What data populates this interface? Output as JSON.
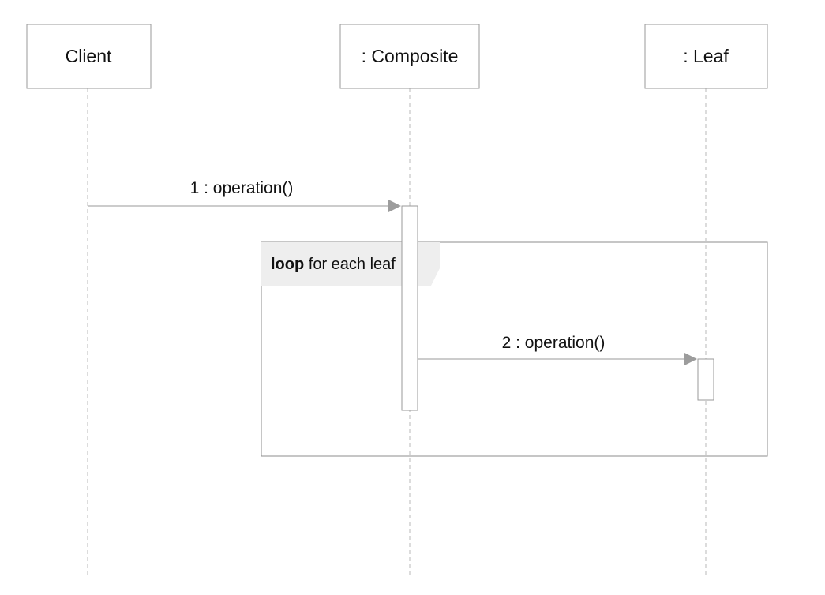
{
  "diagram": {
    "participants": [
      {
        "id": "client",
        "label": "Client"
      },
      {
        "id": "composite",
        "label": ": Composite"
      },
      {
        "id": "leaf",
        "label": ": Leaf"
      }
    ],
    "messages": [
      {
        "number": "1",
        "label": "1 : operation()",
        "from": "client",
        "to": "composite"
      },
      {
        "number": "2",
        "label": "2 : operation()",
        "from": "composite",
        "to": "leaf"
      }
    ],
    "fragment": {
      "operator": "loop",
      "guard": "for each leaf"
    },
    "colors": {
      "line": "#9a9a9a",
      "lifeline": "#b8b8b8",
      "arrowhead": "#9c9c9c",
      "frame_border": "#8c8c8c",
      "frame_label_bg": "#eeeeee",
      "text": "#111111"
    }
  }
}
